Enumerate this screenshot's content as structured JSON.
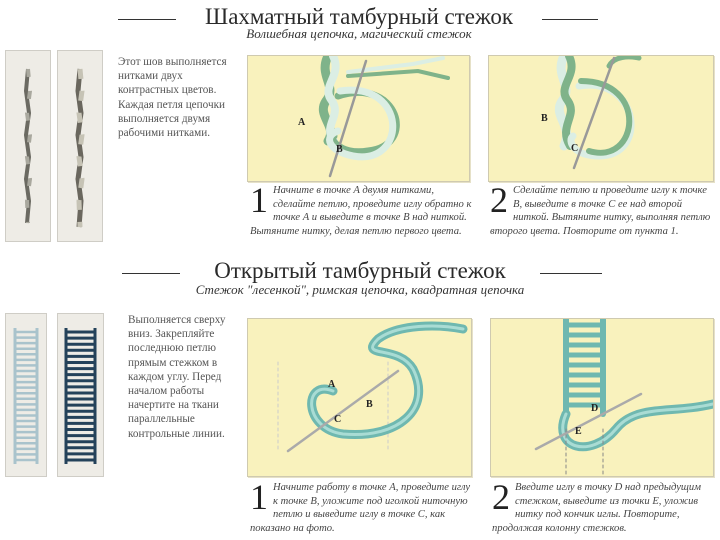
{
  "section1": {
    "title": "Шахматный тамбурный стежок",
    "subtitle": "Волшебная цепочка, магический стежок",
    "description": "Этот шов выполняется нитками двух контрастных цветов. Каждая петля цепочки выполняется двумя рабочими нитками.",
    "steps": [
      {
        "number": "1",
        "text": "Начните в точке A двумя нитками, сделайте петлю, проведите иглу обратно к точке A и выведите в точке B над ниткой. Вытяните нитку, делая петлю первого цвета.",
        "labels": [
          "A",
          "B"
        ]
      },
      {
        "number": "2",
        "text": "Сделайте петлю и проведите иглу к точке B, выведите в точке C ее над второй ниткой. Вытяните нитку, выполняя петлю второго цвета. Повторите от пункта 1.",
        "labels": [
          "B",
          "C"
        ]
      }
    ]
  },
  "section2": {
    "title": "Открытый тамбурный стежок",
    "subtitle": "Стежок \"лесенкой\", римская цепочка, квадратная цепочка",
    "description": "Выполняется сверху вниз. Закрепляйте последнюю петлю прямым стежком в каждом углу. Перед началом работы начертите на ткани параллельные контрольные линии.",
    "steps": [
      {
        "number": "1",
        "text": "Начните работу в точке A, проведите иглу к точке B, уложите под иголкой ниточную петлю и выведите иглу в точке C, как показано на фото.",
        "labels": [
          "A",
          "B",
          "C"
        ]
      },
      {
        "number": "2",
        "text": "Введите иглу в точку D над предыдущим стежком, выведите из точки E, уложив нитку под кончик иглы. Повторите, продолжая колонну стежков.",
        "labels": [
          "D",
          "E"
        ]
      }
    ]
  },
  "colors": {
    "panel": "#f9f2bd",
    "green": "#7fb38a",
    "pale": "#dbeee4",
    "teal": "#6fb8b0",
    "navy": "#24425a"
  }
}
